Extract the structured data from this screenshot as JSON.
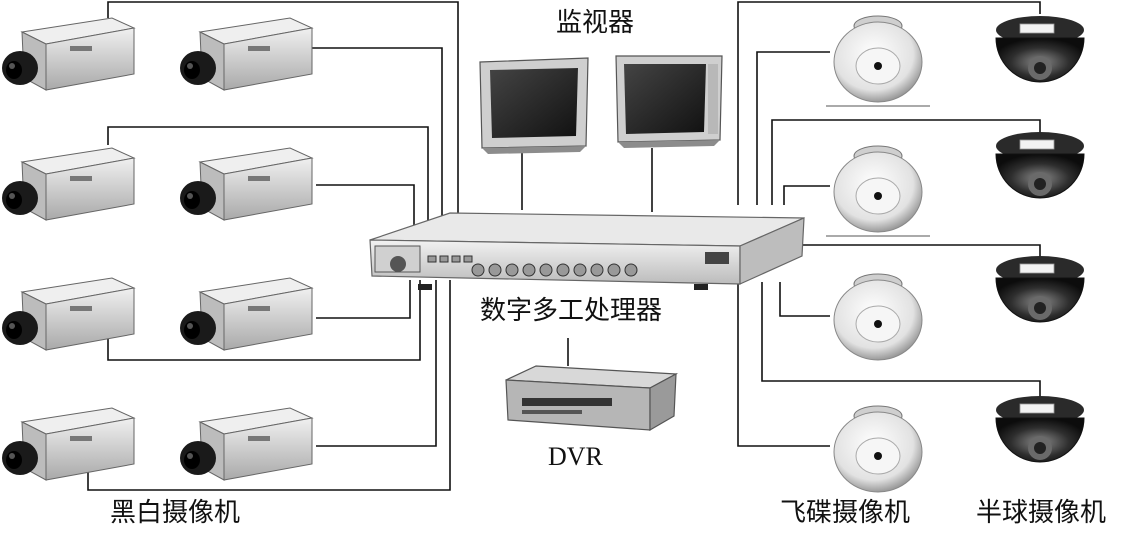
{
  "labels": {
    "monitor": "监视器",
    "multiplexer": "数字多工处理器",
    "dvr": "DVR",
    "bw_camera": "黑白摄像机",
    "flying_saucer_camera": "飞碟摄像机",
    "dome_camera": "半球摄像机"
  },
  "colors": {
    "line": "#111111",
    "device_fill": "#dadada",
    "device_shadow": "#8a8a8a",
    "lens": "#1a1a1a",
    "screen": "#2a2a2a"
  }
}
